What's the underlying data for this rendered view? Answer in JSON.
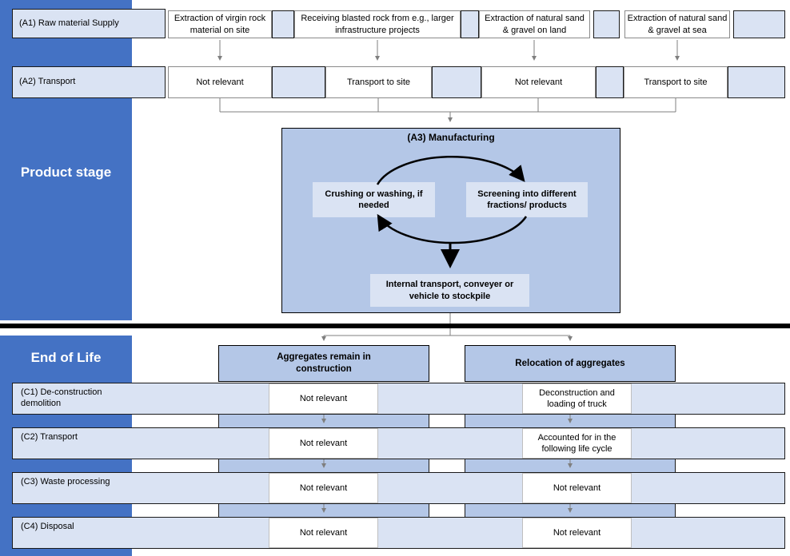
{
  "sidebar": {
    "product_stage_label": "Product stage",
    "end_of_life_label": "End of Life"
  },
  "product_stage": {
    "a1": {
      "label": "(A1) Raw material Supply",
      "cells": [
        "Extraction of virgin rock material on site",
        "Receiving blasted rock from e.g., larger infrastructure projects",
        "Extraction of natural sand & gravel on land",
        "Extraction of natural sand & gravel at sea"
      ]
    },
    "a2": {
      "label": "(A2) Transport",
      "cells": [
        "Not relevant",
        "Transport to site",
        "Not relevant",
        "Transport to site"
      ]
    },
    "a3": {
      "title": "(A3) Manufacturing",
      "step_crushing": "Crushing or washing, if needed",
      "step_screening": "Screening into different fractions/ products",
      "step_internal": "Internal transport, conveyer or vehicle to stockpile"
    }
  },
  "end_of_life": {
    "branch_left": "Aggregates remain in construction",
    "branch_right": "Relocation of aggregates",
    "rows": [
      {
        "label": "(C1) De-construction demolition",
        "left": "Not relevant",
        "right": "Deconstruction and loading of truck"
      },
      {
        "label": "(C2) Transport",
        "left": "Not relevant",
        "right": "Accounted for in the following life cycle"
      },
      {
        "label": "(C3) Waste processing",
        "left": "Not relevant",
        "right": "Not relevant"
      },
      {
        "label": "(C4) Disposal",
        "left": "Not relevant",
        "right": "Not relevant"
      }
    ]
  },
  "colors": {
    "sidebar_blue": "#4472C4",
    "light_blue": "#DAE3F3",
    "medium_blue": "#B4C7E7",
    "arrow_gray": "#7F7F7F",
    "divider_black": "#000000"
  }
}
